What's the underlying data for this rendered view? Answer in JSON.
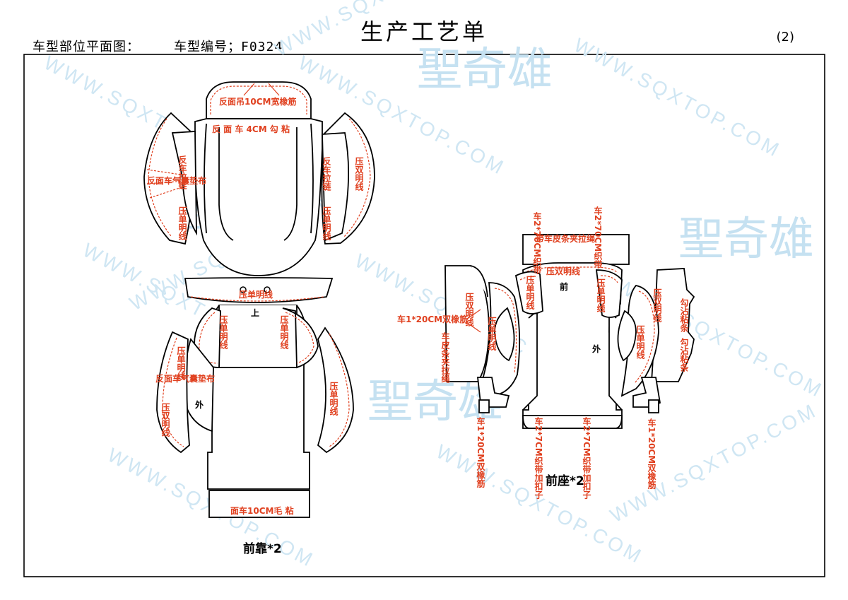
{
  "header": {
    "title": "生产工艺单",
    "page_number": "(2)",
    "label_plan": "车型部位平面图：",
    "label_model": "车型编号；F0324"
  },
  "watermark": {
    "url": "WWW.SQXTOP.COM",
    "logo": "聖奇雄"
  },
  "back": {
    "caption": "前靠*2",
    "labels": {
      "top_tube": "反面吊10CM宽橡筋",
      "top_sew": "反 面 车 4CM  勾  粘",
      "left_zip": "反车拉链",
      "left_airbag": "反面车气囊垫布",
      "left_single": "压单明线",
      "right_zip": "反车拉链",
      "right_double": "压双明线",
      "right_single": "压单明线",
      "band_single": "压单明线",
      "up": "上",
      "lower_left_single": "压单明线",
      "lower_right_single": "压单明线",
      "side_single": "压单明线",
      "side_airbag": "反面车气囊垫布",
      "side_double": "压双明线",
      "out": "外",
      "far_right_single": "压单明线",
      "bottom_sew": "面车10CM毛 粘"
    }
  },
  "seat": {
    "caption": "前座*2",
    "labels": {
      "top_left_strap": "车2*70CM织带",
      "top_right_strap": "车2*70CM织带",
      "top_pull": "带车皮条夹拉绳",
      "front_double": "压双明线",
      "front": "前",
      "inner_left_single": "压单明线",
      "inner_right_single": "压单明线",
      "left_elastic": "车1*20CM双橡筋",
      "left_double": "压双明线",
      "left_single": "压单明线",
      "left_strip": "车皮条夹拉绳",
      "right_double": "压双明线",
      "right_single": "压单明线",
      "right_hook": "勾沾粘条",
      "right_hook2": "勾沾粘条",
      "out": "外",
      "bottom_left": "车1*20CM双橡筋",
      "bottom_strap_1": "车2*7CM织带加扣子",
      "bottom_strap_2": "车2*7CM织带加扣子",
      "bottom_right": "车1*20CM双橡筋"
    }
  }
}
